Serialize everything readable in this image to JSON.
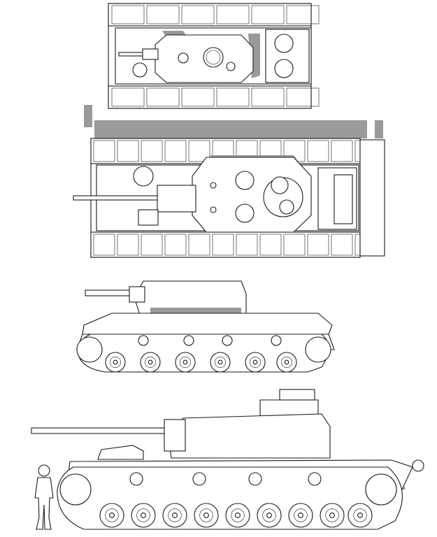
{
  "colors": {
    "background": "#ffffff",
    "line": "#1a1a1a",
    "shadow": "#9a9a9a",
    "shadow_light": "#c4c4c4"
  },
  "views": [
    {
      "id": "top-view-small-tank"
    },
    {
      "id": "top-view-large-tank"
    },
    {
      "id": "side-view-small-tank"
    },
    {
      "id": "side-view-large-tank"
    }
  ]
}
